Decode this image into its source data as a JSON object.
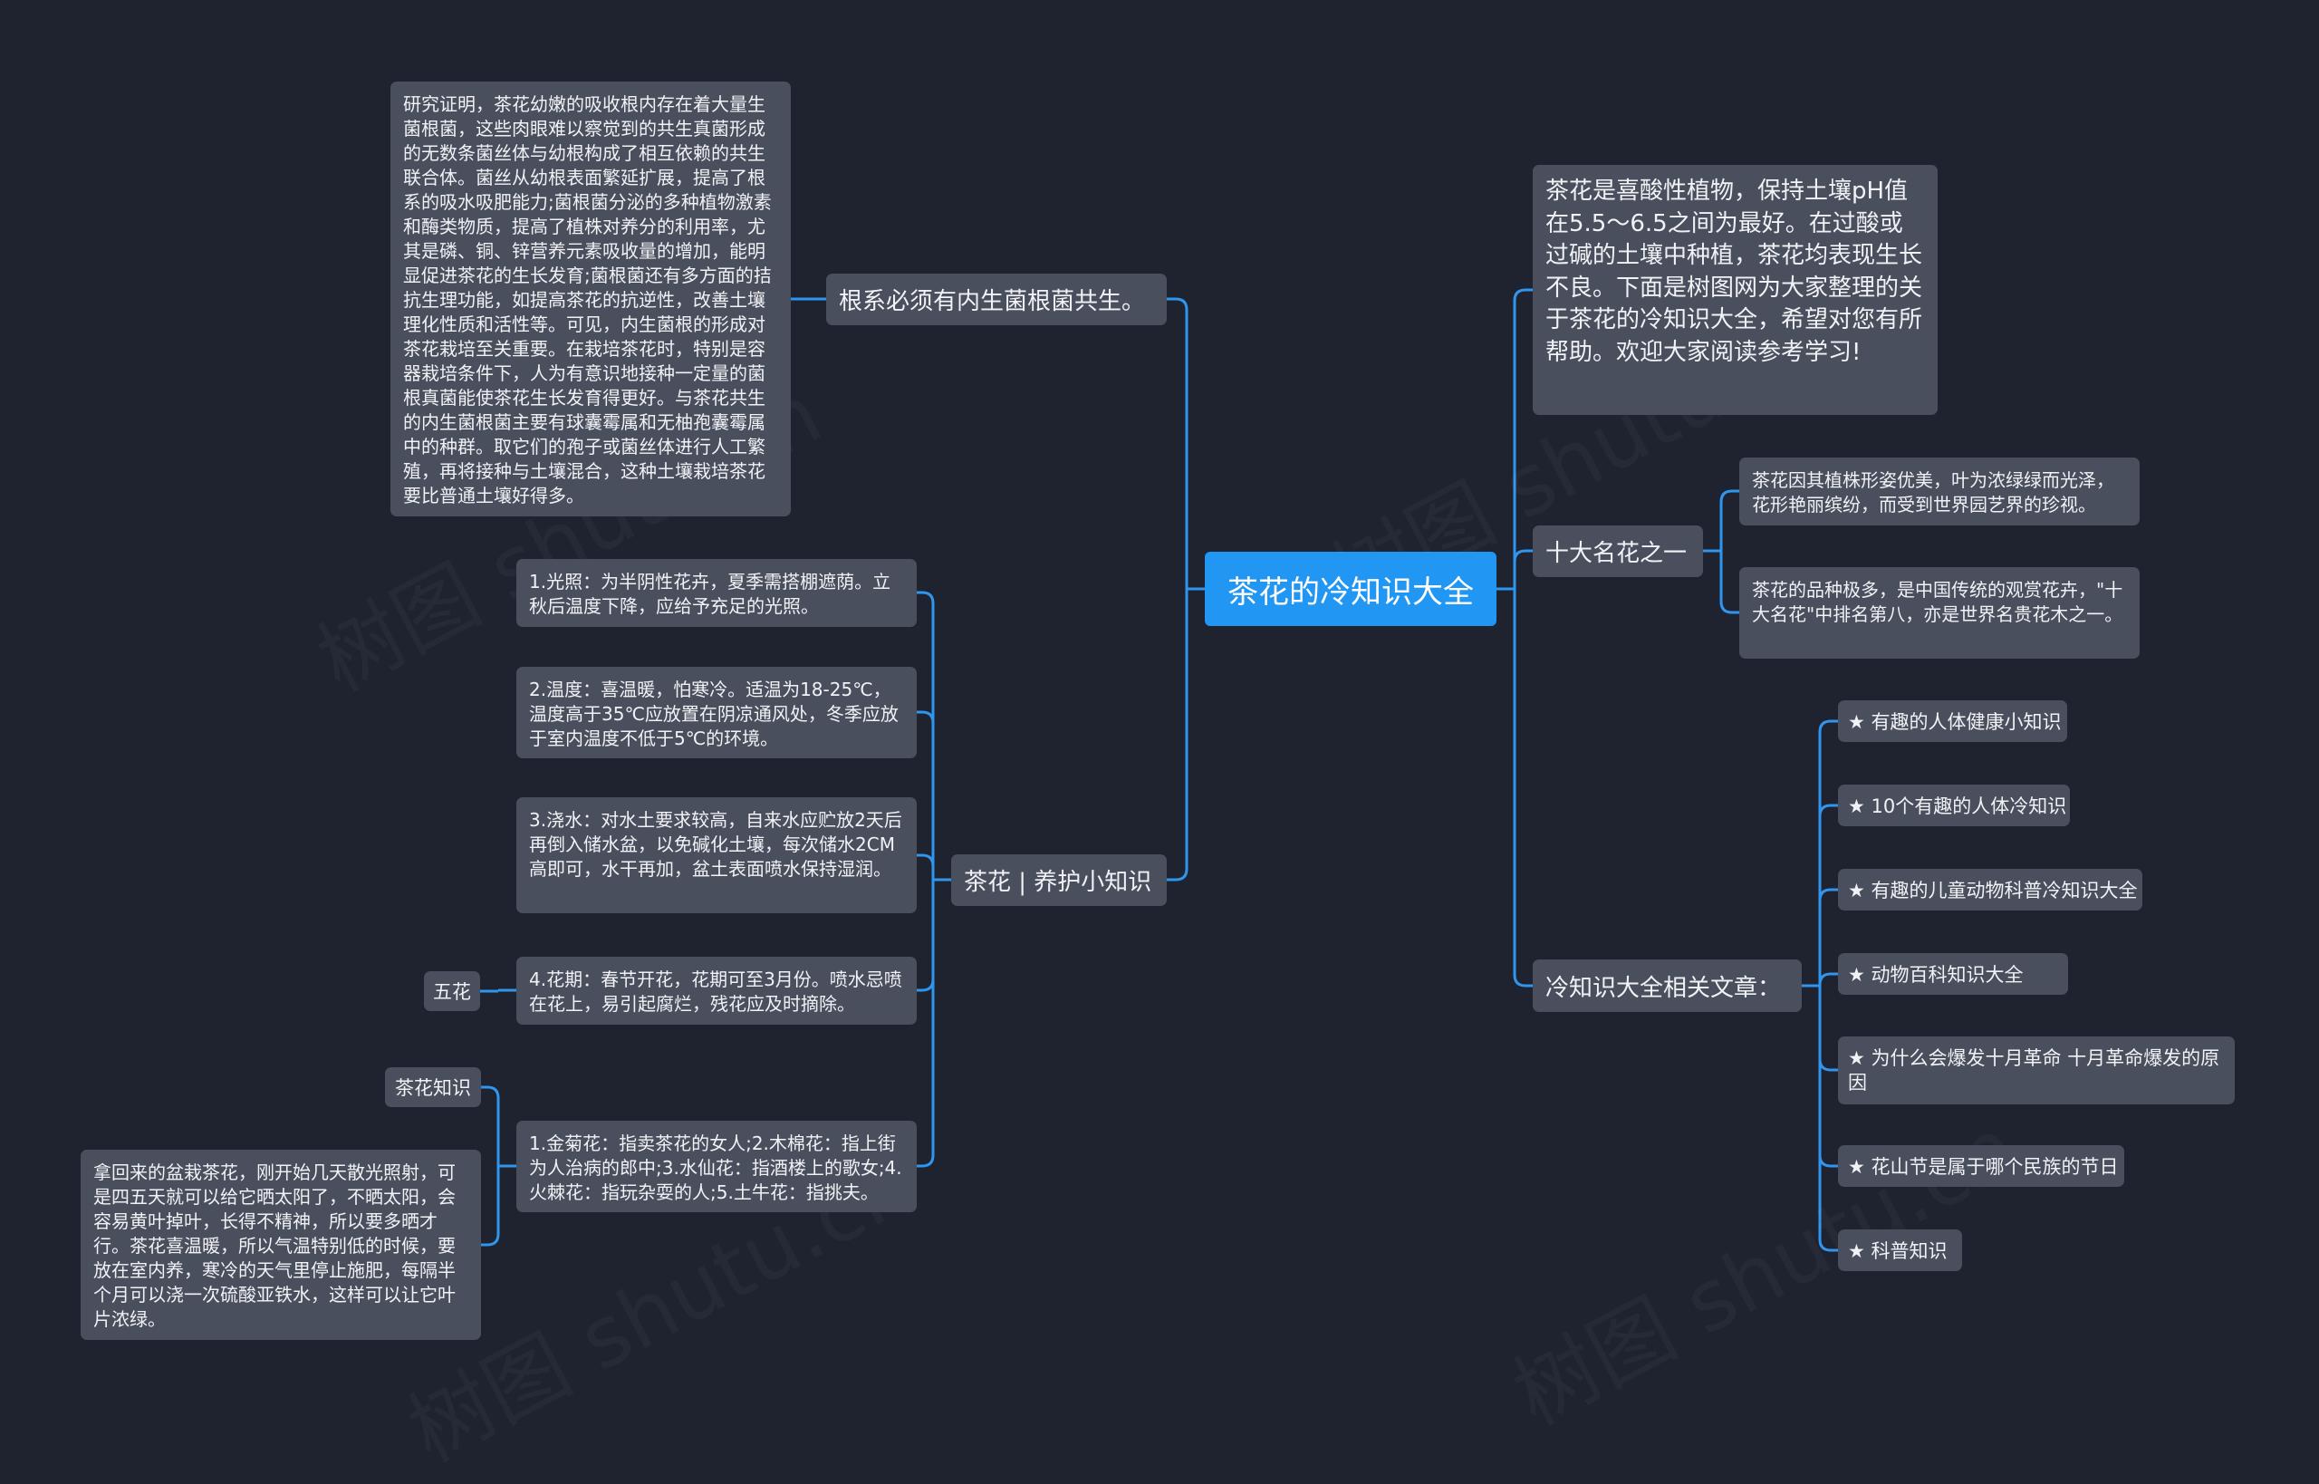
{
  "watermark": "树图 shutu.cn",
  "root": "茶花的冷知识大全",
  "colors": {
    "background": "#1f2330",
    "node": "#4a4f5e",
    "root": "#2196f3",
    "line": "#2f95ee"
  },
  "right": {
    "intro": "茶花是喜酸性植物，保持土壤pH值在5.5～6.5之间为最好。在过酸或过碱的土壤中种植，茶花均表现生长不良。下面是树图网为大家整理的关于茶花的冷知识大全，希望对您有所帮助。欢迎大家阅读参考学习!",
    "famous": {
      "label": "十大名花之一",
      "children": [
        "茶花因其植株形姿优美，叶为浓绿绿而光泽，花形艳丽缤纷，而受到世界园艺界的珍视。",
        "茶花的品种极多，是中国传统的观赏花卉，\"十大名花\"中排名第八，亦是世界名贵花木之一。"
      ]
    },
    "related": {
      "label": "冷知识大全相关文章：",
      "items": [
        "★ 有趣的人体健康小知识",
        "★ 10个有趣的人体冷知识",
        "★ 有趣的儿童动物科普冷知识大全",
        "★ 动物百科知识大全",
        "★ 为什么会爆发十月革命 十月革命爆发的原因",
        "★ 花山节是属于哪个民族的节日",
        "★ 科普知识"
      ]
    }
  },
  "left": {
    "roots": {
      "label": "根系必须有内生菌根菌共生。",
      "detail": "研究证明，茶花幼嫩的吸收根内存在着大量生菌根菌，这些肉眼难以察觉到的共生真菌形成的无数条菌丝体与幼根构成了相互依赖的共生联合体。菌丝从幼根表面繁延扩展，提高了根系的吸水吸肥能力;菌根菌分泌的多种植物激素和酶类物质，提高了植株对养分的利用率，尤其是磷、铜、锌营养元素吸收量的增加，能明显促进茶花的生长发育;菌根菌还有多方面的拮抗生理功能，如提高茶花的抗逆性，改善土壤理化性质和活性等。可见，内生菌根的形成对茶花栽培至关重要。在栽培茶花时，特别是容器栽培条件下，人为有意识地接种一定量的菌根真菌能使茶花生长发育得更好。与茶花共生的内生菌根菌主要有球囊霉属和无柚孢囊霉属中的种群。取它们的孢子或菌丝体进行人工繁殖，再将接种与土壤混合，这种土壤栽培茶花要比普通土壤好得多。"
    },
    "care": {
      "label": "茶花 | 养护小知识",
      "items": [
        "1.光照：为半阴性花卉，夏季需搭棚遮荫。立秋后温度下降，应给予充足的光照。",
        "2.温度：喜温暖，怕寒冷。适温为18-25℃，温度高于35℃应放置在阴凉通风处，冬季应放于室内温度不低于5℃的环境。",
        "3.浇水：对水土要求较高，自来水应贮放2天后再倒入储水盆，以免碱化土壤，每次储水2CM高即可，水干再加，盆土表面喷水保持湿润。",
        "4.花期：春节开花，花期可至3月份。喷水忌喷在花上，易引起腐烂，残花应及时摘除。",
        "1.金菊花：指卖茶花的女人;2.木棉花：指上街为人治病的郎中;3.水仙花：指酒楼上的歌女;4.火棘花：指玩杂耍的人;5.土牛花：指挑夫。"
      ],
      "wuhua": "五花",
      "knowledge": {
        "label": "茶花知识",
        "detail": "拿回来的盆栽茶花，刚开始几天散光照射，可是四五天就可以给它晒太阳了，不晒太阳，会容易黄叶掉叶，长得不精神，所以要多晒才行。茶花喜温暖，所以气温特别低的时候，要放在室内养，寒冷的天气里停止施肥，每隔半个月可以浇一次硫酸亚铁水，这样可以让它叶片浓绿。"
      }
    }
  }
}
